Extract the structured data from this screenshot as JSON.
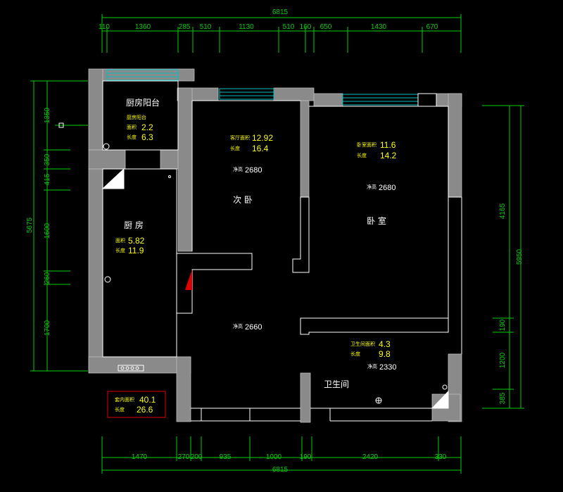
{
  "dimensions": {
    "top_total": "6815",
    "top_segments": [
      "110",
      "1360",
      "285",
      "510",
      "1130",
      "510",
      "160",
      "650",
      "1430",
      "670"
    ],
    "bottom_total": "6815",
    "bottom_segments": [
      "1470",
      "270",
      "200",
      "935",
      "1000",
      "190",
      "2420",
      "330"
    ],
    "left_total": "5675",
    "left_segments": [
      "1350",
      "350",
      "415",
      "1600",
      "260",
      "1700"
    ],
    "right_total": "5950",
    "right_segments": [
      "4165",
      "190",
      "1200",
      "385"
    ]
  },
  "rooms": {
    "kitchen_balcony": {
      "name": "厨房阳台",
      "sublabel": "厨房阳台",
      "area_label": "面积",
      "area": "2.2",
      "length_label": "长度",
      "length": "6.3"
    },
    "second_bedroom": {
      "name": "次 卧",
      "area_label": "客厅面积",
      "area": "12.92",
      "length_label": "长度",
      "length": "16.4",
      "height_label": "净高",
      "height": "2680"
    },
    "master_bedroom": {
      "name": "卧 室",
      "area_label": "卧室面积",
      "area": "11.6",
      "length_label": "长度",
      "length": "14.2",
      "height_label": "净高",
      "height": "2680"
    },
    "kitchen": {
      "name": "厨 房",
      "area_label": "面积",
      "area": "5.82",
      "length_label": "长度",
      "length": "11.9"
    },
    "hall": {
      "height_label": "净高",
      "height": "2660"
    },
    "bathroom": {
      "name": "卫生间",
      "area_label": "卫生间面积",
      "area": "4.3",
      "length_label": "长度",
      "length": "9.8",
      "height_label": "净高",
      "height": "2330"
    }
  },
  "summary": {
    "area_label": "套内面积",
    "area": "40.1",
    "length_label": "长度",
    "length": "26.6"
  },
  "colors": {
    "background": "#000000",
    "wall": "#8a8a8a",
    "dimension": "#00d000",
    "label": "#ffff00",
    "window": "#00c0c0",
    "annotation_box": "#e00000",
    "accent": "#e00000"
  }
}
